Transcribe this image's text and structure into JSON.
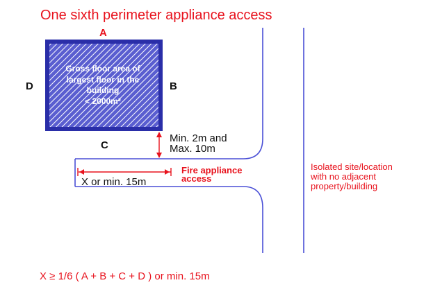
{
  "title": "One sixth perimeter appliance access",
  "building": {
    "side_labels": {
      "top": "A",
      "right": "B",
      "bottom": "C",
      "left": "D"
    },
    "area_label_lines": [
      "Gross floor area of",
      "largest floor in the",
      "building",
      "< 2000m²"
    ],
    "fill_color": "#3b3fb5",
    "hatch_color": "#ffffff"
  },
  "dimension_label_lines": [
    "Min. 2m and",
    "Max. 10m"
  ],
  "access_length_label": "X or min. 15m",
  "fire_access_label_lines": [
    "Fire appliance",
    "access"
  ],
  "site_label_lines": [
    "Isolated site/location",
    "with no adjacent",
    "property/building"
  ],
  "formula": "X ≥ 1/6 ( A + B + C + D ) or min. 15m",
  "colors": {
    "text": "#e8121d",
    "lines": "#4a4fd6",
    "arrows": "#e8121d",
    "labels": "#111111"
  }
}
